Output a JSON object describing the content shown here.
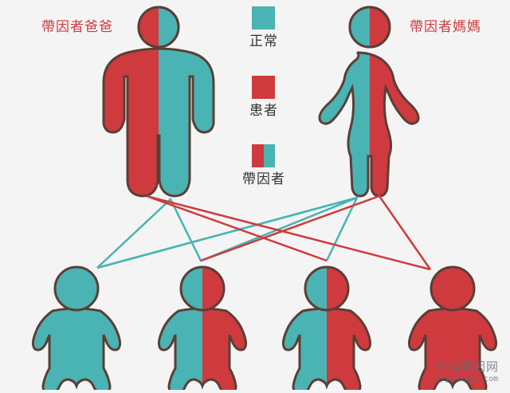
{
  "parents": {
    "father_label": "帶因者爸爸",
    "mother_label": "帶因者媽媽"
  },
  "legend": {
    "normal_label": "正常",
    "patient_label": "患者",
    "carrier_label": "帶因者"
  },
  "colors": {
    "normal": "#4ab3b3",
    "patient": "#cf3a3f",
    "outline": "#5a3f36",
    "background": "#f4f4f4"
  },
  "children": [
    {
      "status": "normal"
    },
    {
      "status": "carrier"
    },
    {
      "status": "carrier"
    },
    {
      "status": "patient"
    }
  ],
  "watermark": {
    "title": "中国基因网",
    "url": "jiyinwang.com"
  }
}
